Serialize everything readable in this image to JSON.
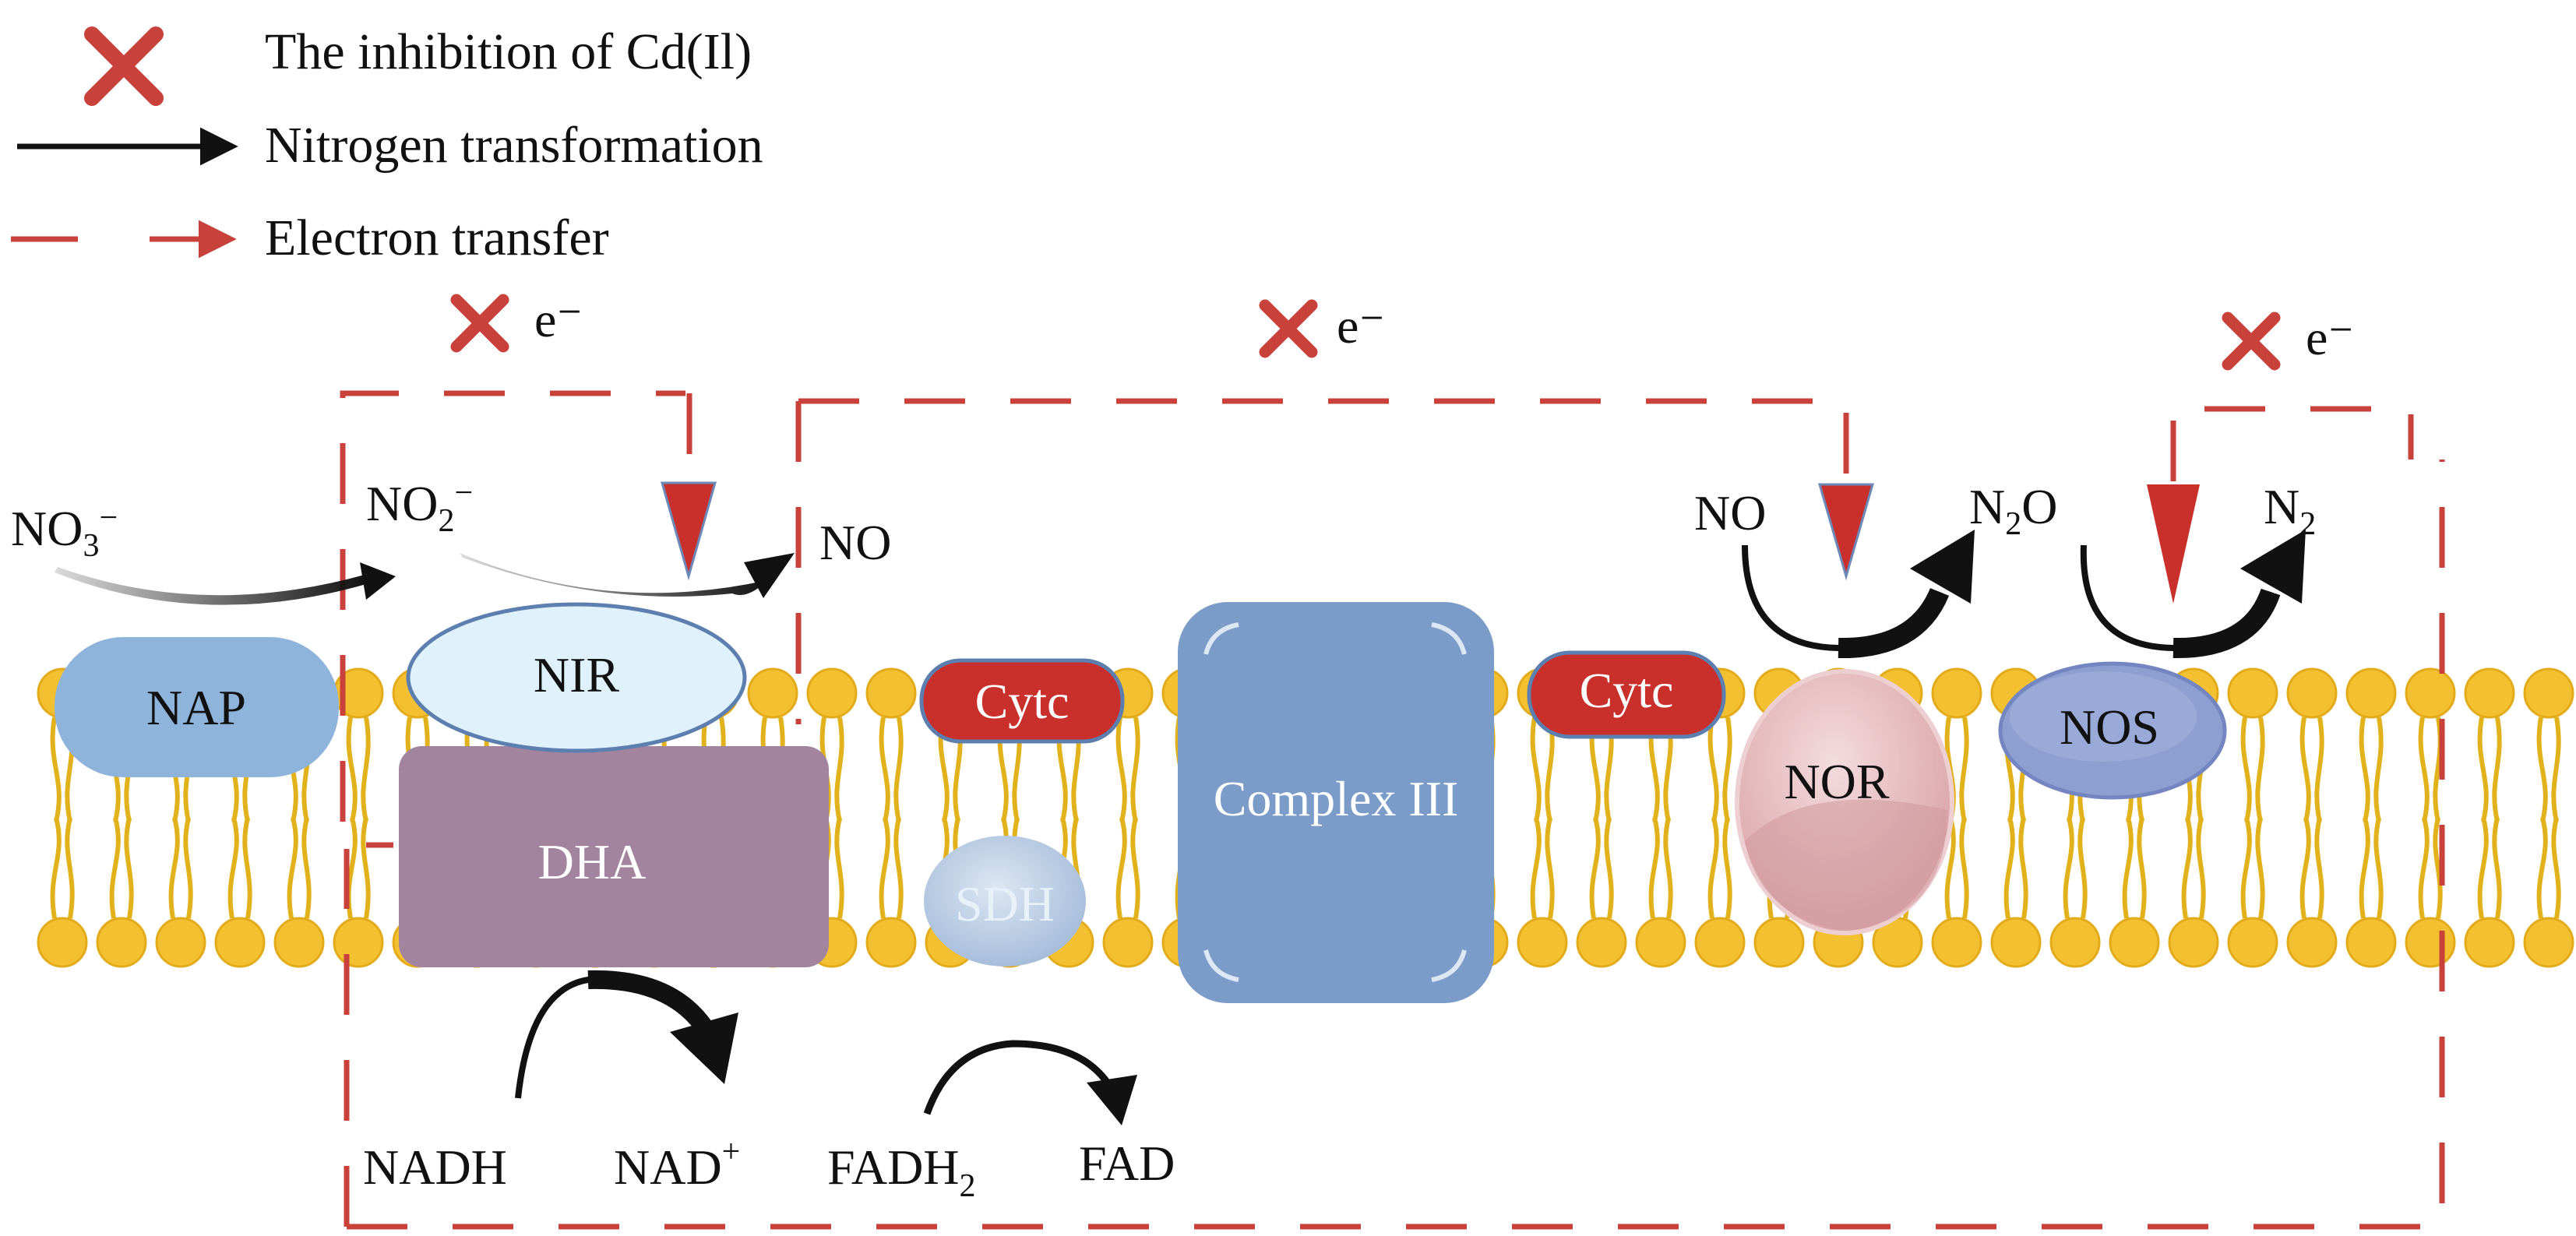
{
  "legend": {
    "inhibition": "The inhibition of Cd(Il)",
    "nitrogen": "Nitrogen transformation",
    "electron": "Electron transfer"
  },
  "electron_symbol": "e⁻",
  "species": {
    "no3_base": "NO",
    "no3_sub": "3",
    "no3_sup": "−",
    "no2_base": "NO",
    "no2_sub": "2",
    "no2_sup": "−",
    "no_right_of_nir": "NO",
    "no_left_of_nor": "NO",
    "n2o_n": "N",
    "n2o_sub": "2",
    "n2o_o": "O",
    "n2_n": "N",
    "n2_sub": "2"
  },
  "cofactors": {
    "nadh": "NADH",
    "nad_base": "NAD",
    "nad_sup": "+",
    "fadh_base": "FADH",
    "fadh_sub": "2",
    "fad": "FAD"
  },
  "proteins": {
    "nap": "NAP",
    "nir": "NIR",
    "dha": "DHA",
    "cytc_left": "Cytc",
    "sdh": "SDH",
    "complex3": "Complex III",
    "cytc_right": "Cytc",
    "nor": "NOR",
    "nos": "NOS"
  },
  "colors": {
    "inhibition_red": "#c9413b",
    "electron_red": "#c9413b",
    "nitrogen_arrow": "#111111",
    "lipid_head": "#f2c031",
    "lipid_tail": "#e2b21c",
    "nap": "#8fb4dc",
    "nir": "#dff2fb",
    "dha": "#a3849f",
    "cytc": "#c9302c",
    "sdh": "#b7cce4",
    "complex3": "#7b9cc8",
    "nor": "#e7c3c5",
    "nos": "#8d9ed1"
  }
}
